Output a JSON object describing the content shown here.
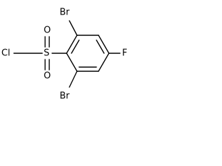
{
  "molecule": {
    "atoms": {
      "br_top": "Br",
      "br_bottom": "Br",
      "fluorine": "F",
      "chlorine": "Cl",
      "sulfur": "S",
      "oxygen_top": "O",
      "oxygen_bottom": "O"
    },
    "colors": {
      "bond": "#000000",
      "label": "#000000",
      "background": "#ffffff"
    }
  }
}
